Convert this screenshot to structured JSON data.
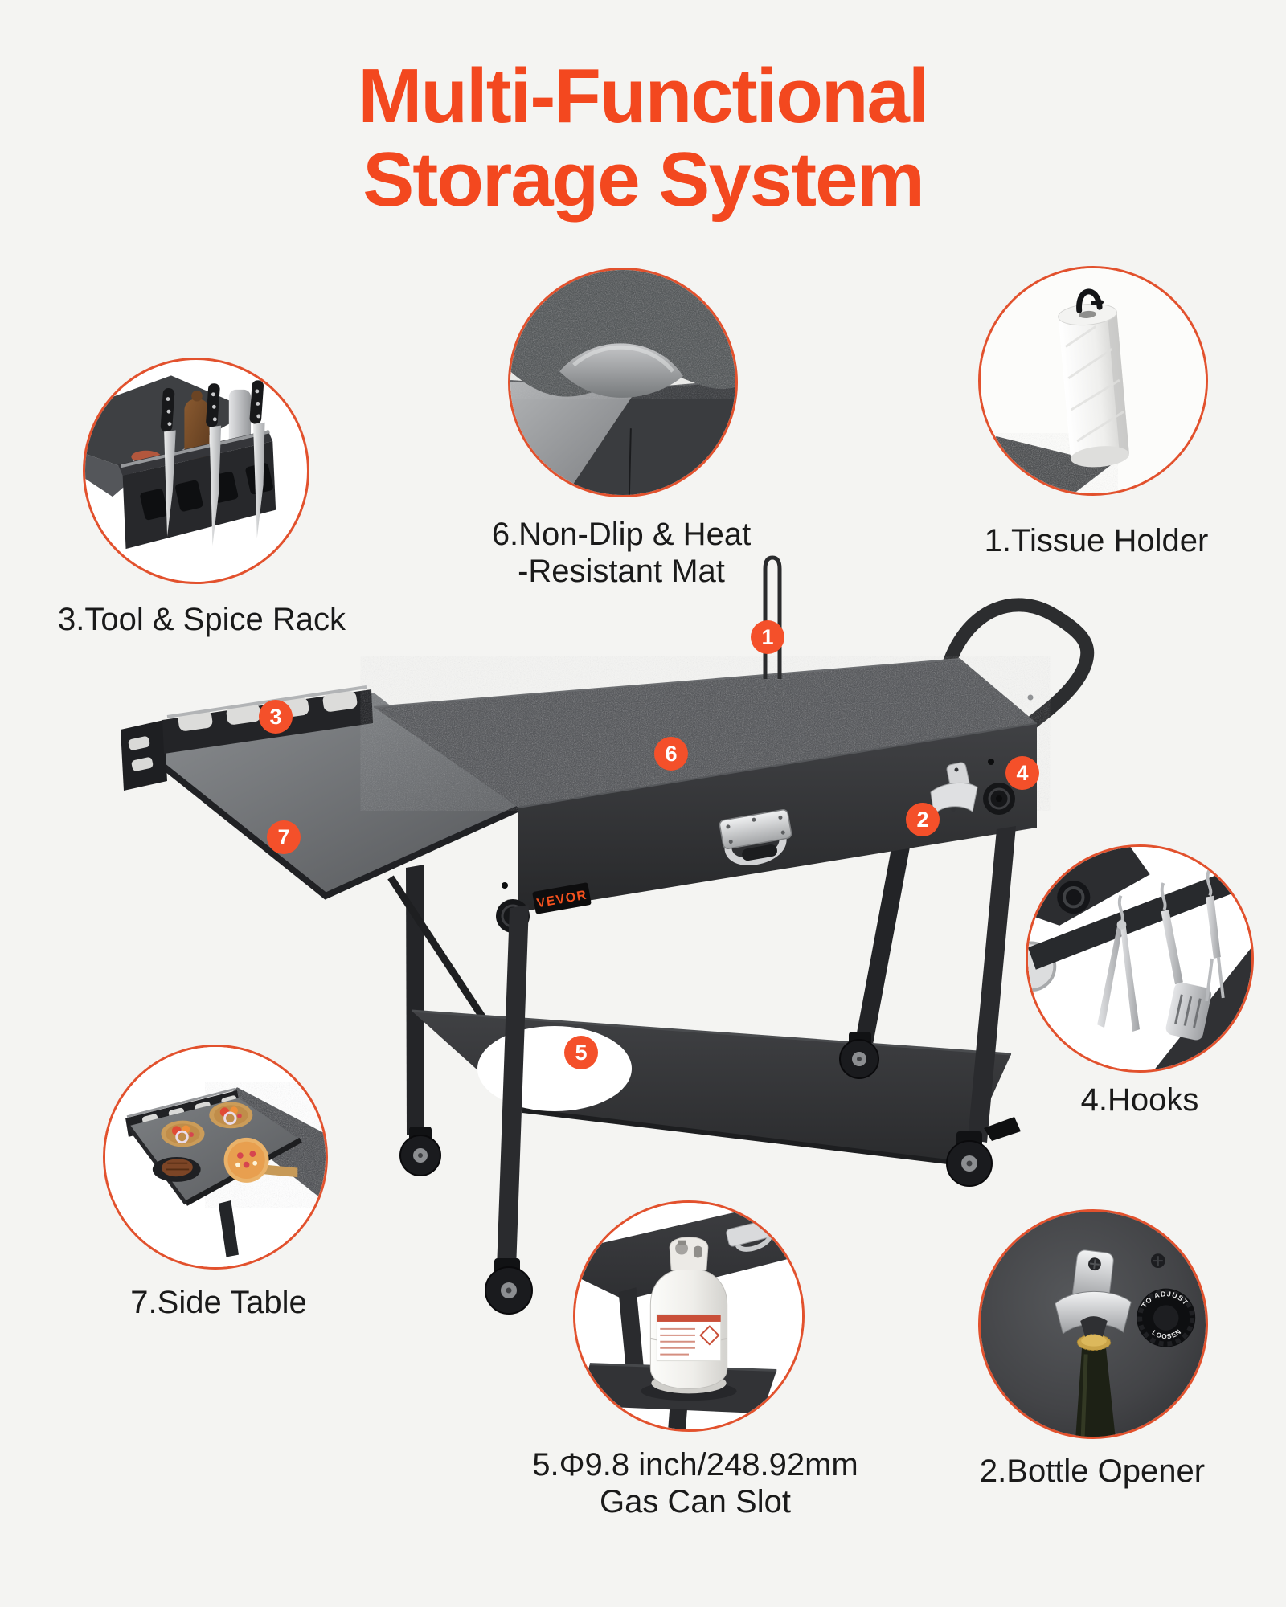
{
  "title": {
    "line1": "Multi-Functional",
    "line2": "Storage System"
  },
  "colors": {
    "accent": "#f3481f",
    "marker": "#f4502a",
    "ring": "#e2512d",
    "background": "#f4f4f2"
  },
  "brand": {
    "badge": "VEVOR"
  },
  "knob": {
    "text_top": "TO ADJUST",
    "text_bottom": "LOOSEN"
  },
  "features": {
    "tool_spice_rack": {
      "label": "3.Tool & Spice Rack"
    },
    "mat": {
      "label_line1": "6.Non-Dlip & Heat",
      "label_line2": "-Resistant Mat"
    },
    "tissue_holder": {
      "label": "1.Tissue Holder"
    },
    "hooks": {
      "label": "4.Hooks"
    },
    "side_table": {
      "label": "7.Side Table"
    },
    "gas_can_slot": {
      "label_line1": "5.Φ9.8 inch/248.92mm",
      "label_line2": "Gas Can Slot"
    },
    "bottle_opener": {
      "label": "2.Bottle Opener"
    }
  },
  "markers": {
    "m1": "1",
    "m2": "2",
    "m3": "3",
    "m4": "4",
    "m5": "5",
    "m6": "6",
    "m7": "7"
  }
}
